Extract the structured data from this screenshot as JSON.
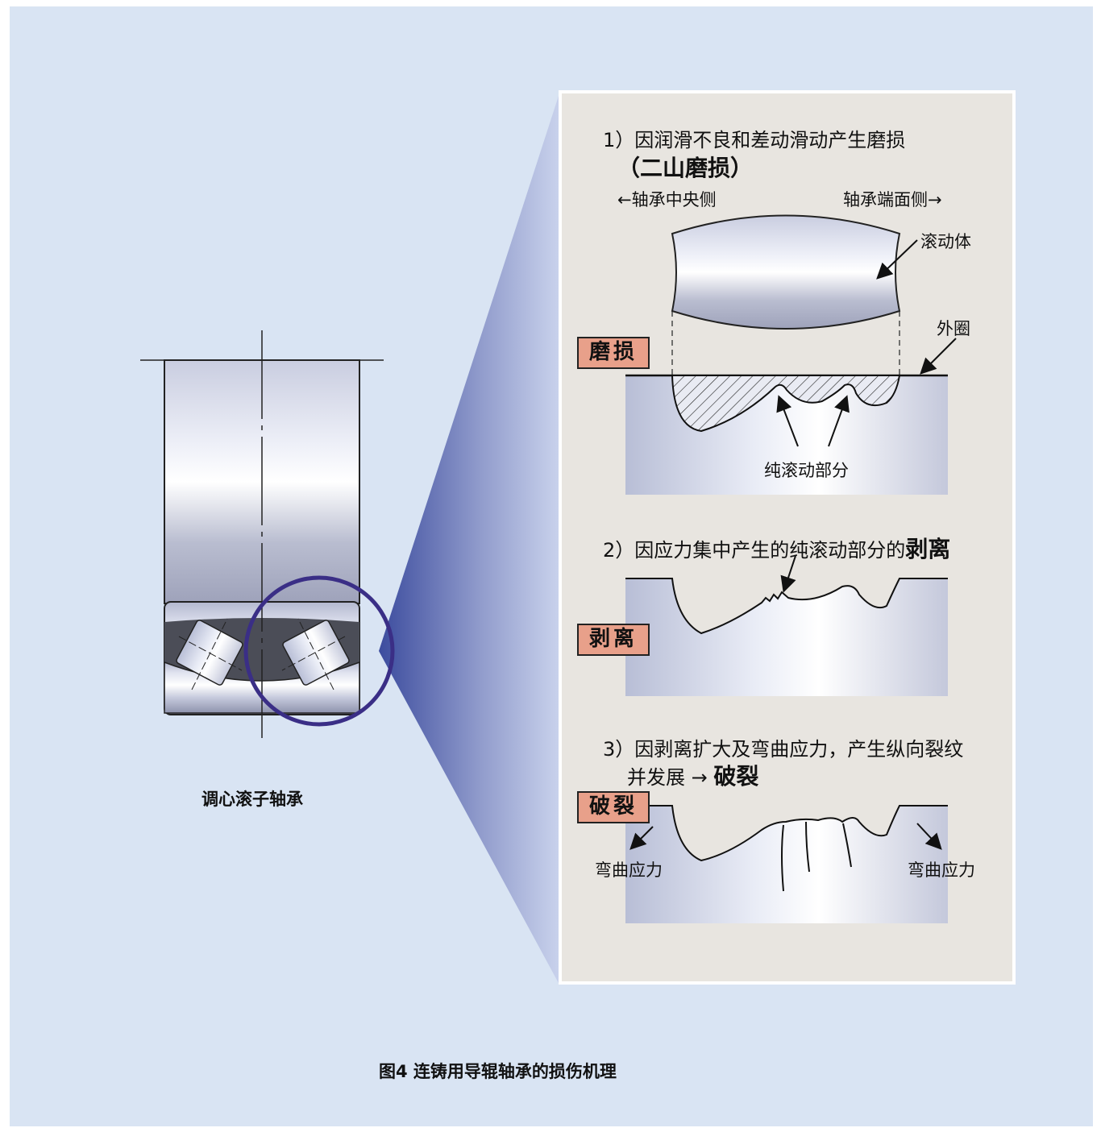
{
  "caption": "图4  连铸用导辊轴承的损伤机理",
  "bearing_label": "调心滚子轴承",
  "step1": {
    "line1": "1）因润滑不良和差动滑动产生磨损",
    "line2": "（二山磨损）",
    "left_dir": "←轴承中央侧",
    "right_dir": "轴承端面侧→",
    "roller_label": "滚动体",
    "outer_ring_label": "外圈",
    "tag": "磨损",
    "pure_rolling_label": "纯滚动部分"
  },
  "step2": {
    "line1_a": "2）因应力集中产生的纯滚动部分的",
    "line1_b": "剥离",
    "tag": "剥离"
  },
  "step3": {
    "line1": "3）因剥离扩大及弯曲应力，产生纵向裂纹",
    "line2_a": "并发展 → ",
    "line2_b": "破裂",
    "tag": "破裂",
    "left_stress": "弯曲应力",
    "right_stress": "弯曲应力"
  },
  "colors": {
    "background": "#d9e4f3",
    "panel": "#e8e5e0",
    "tag_fill": "#e8a08a",
    "circle": "#3a2e86",
    "cone": "#4a5aa8"
  }
}
